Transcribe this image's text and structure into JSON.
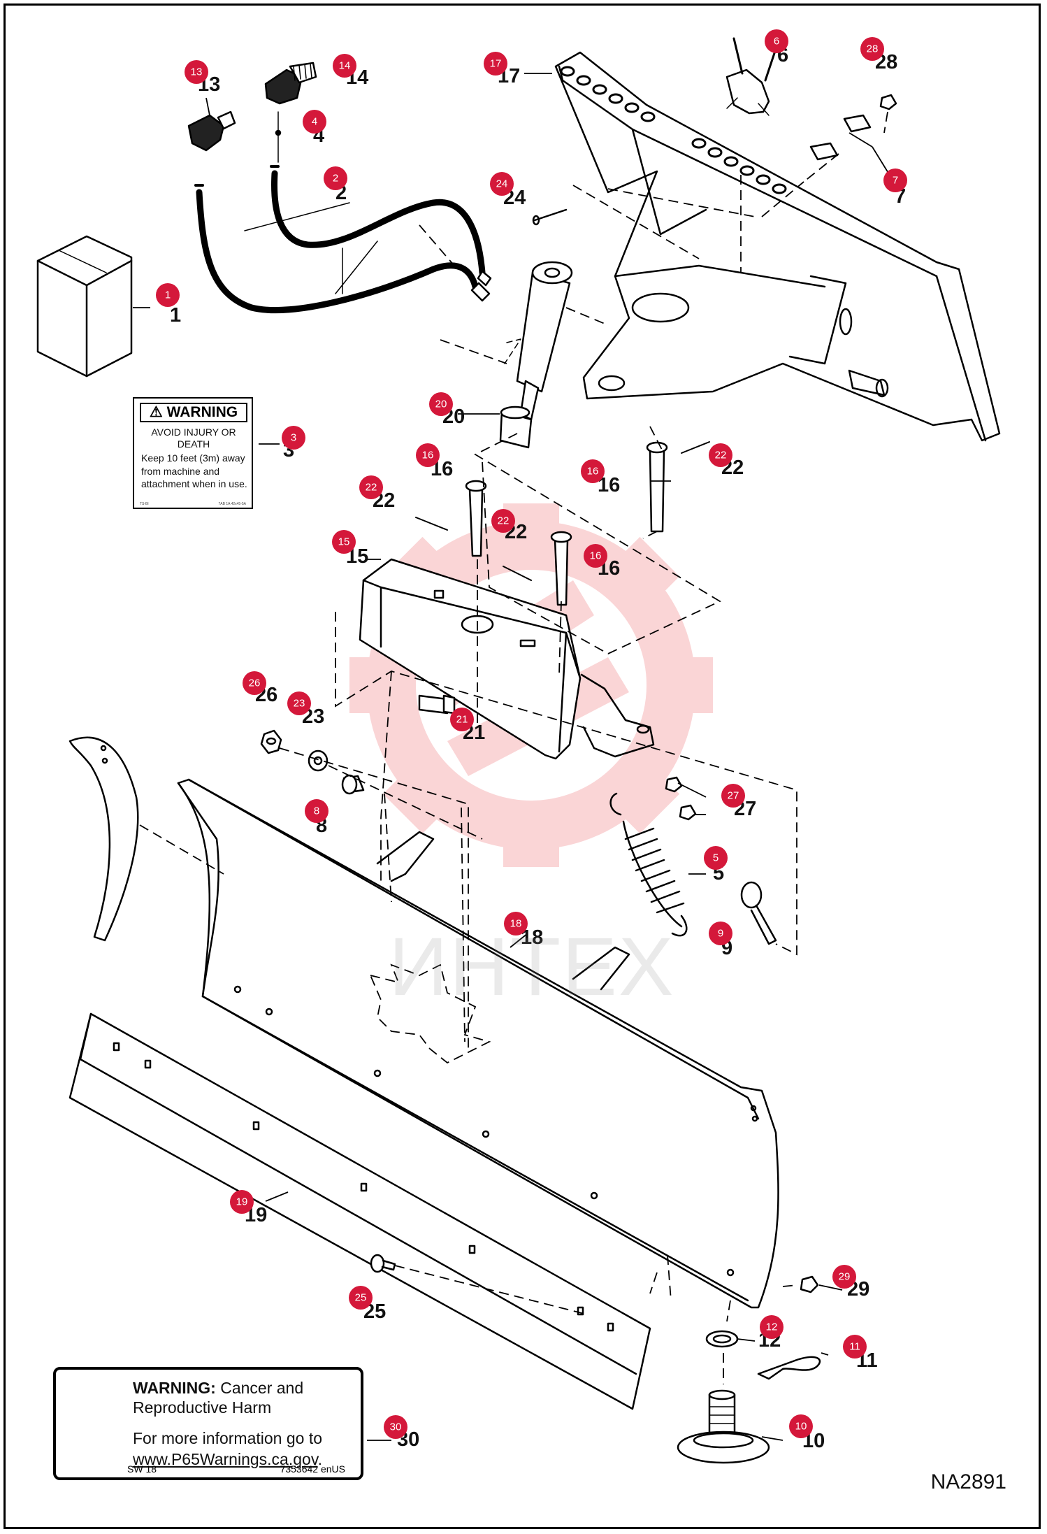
{
  "diagram_ref": "NA2891",
  "watermark_text": "ИНТЕХ",
  "callouts": [
    {
      "n": "1"
    },
    {
      "n": "2"
    },
    {
      "n": "3"
    },
    {
      "n": "4"
    },
    {
      "n": "5"
    },
    {
      "n": "6"
    },
    {
      "n": "7"
    },
    {
      "n": "8"
    },
    {
      "n": "9"
    },
    {
      "n": "10"
    },
    {
      "n": "11"
    },
    {
      "n": "12"
    },
    {
      "n": "13"
    },
    {
      "n": "14"
    },
    {
      "n": "15"
    },
    {
      "n": "16"
    },
    {
      "n": "16"
    },
    {
      "n": "16"
    },
    {
      "n": "17"
    },
    {
      "n": "18"
    },
    {
      "n": "19"
    },
    {
      "n": "20"
    },
    {
      "n": "21"
    },
    {
      "n": "22"
    },
    {
      "n": "22"
    },
    {
      "n": "22"
    },
    {
      "n": "23"
    },
    {
      "n": "24"
    },
    {
      "n": "25"
    },
    {
      "n": "26"
    },
    {
      "n": "27"
    },
    {
      "n": "28"
    },
    {
      "n": "29"
    },
    {
      "n": "30"
    }
  ],
  "warning_decal": {
    "header": "WARNING",
    "sub": "AVOID INJURY OR DEATH",
    "body": "Keep 10 feet (3m) away from machine and attachment when in use.",
    "code_left": "TS-Bl",
    "code_right": "7AB 1A 42x45-5A"
  },
  "p65_decal": {
    "title_bold": "WARNING:",
    "title_rest": " Cancer and Reproductive Harm",
    "info": "For more information go to",
    "url": "www.P65Warnings.ca.gov",
    "url_suffix": ".",
    "footer_left": "SW 18",
    "footer_right": "7353642 enUS"
  },
  "colors": {
    "badge": "#d4183a",
    "watermark": "#f6b3b6",
    "line": "#000000"
  }
}
